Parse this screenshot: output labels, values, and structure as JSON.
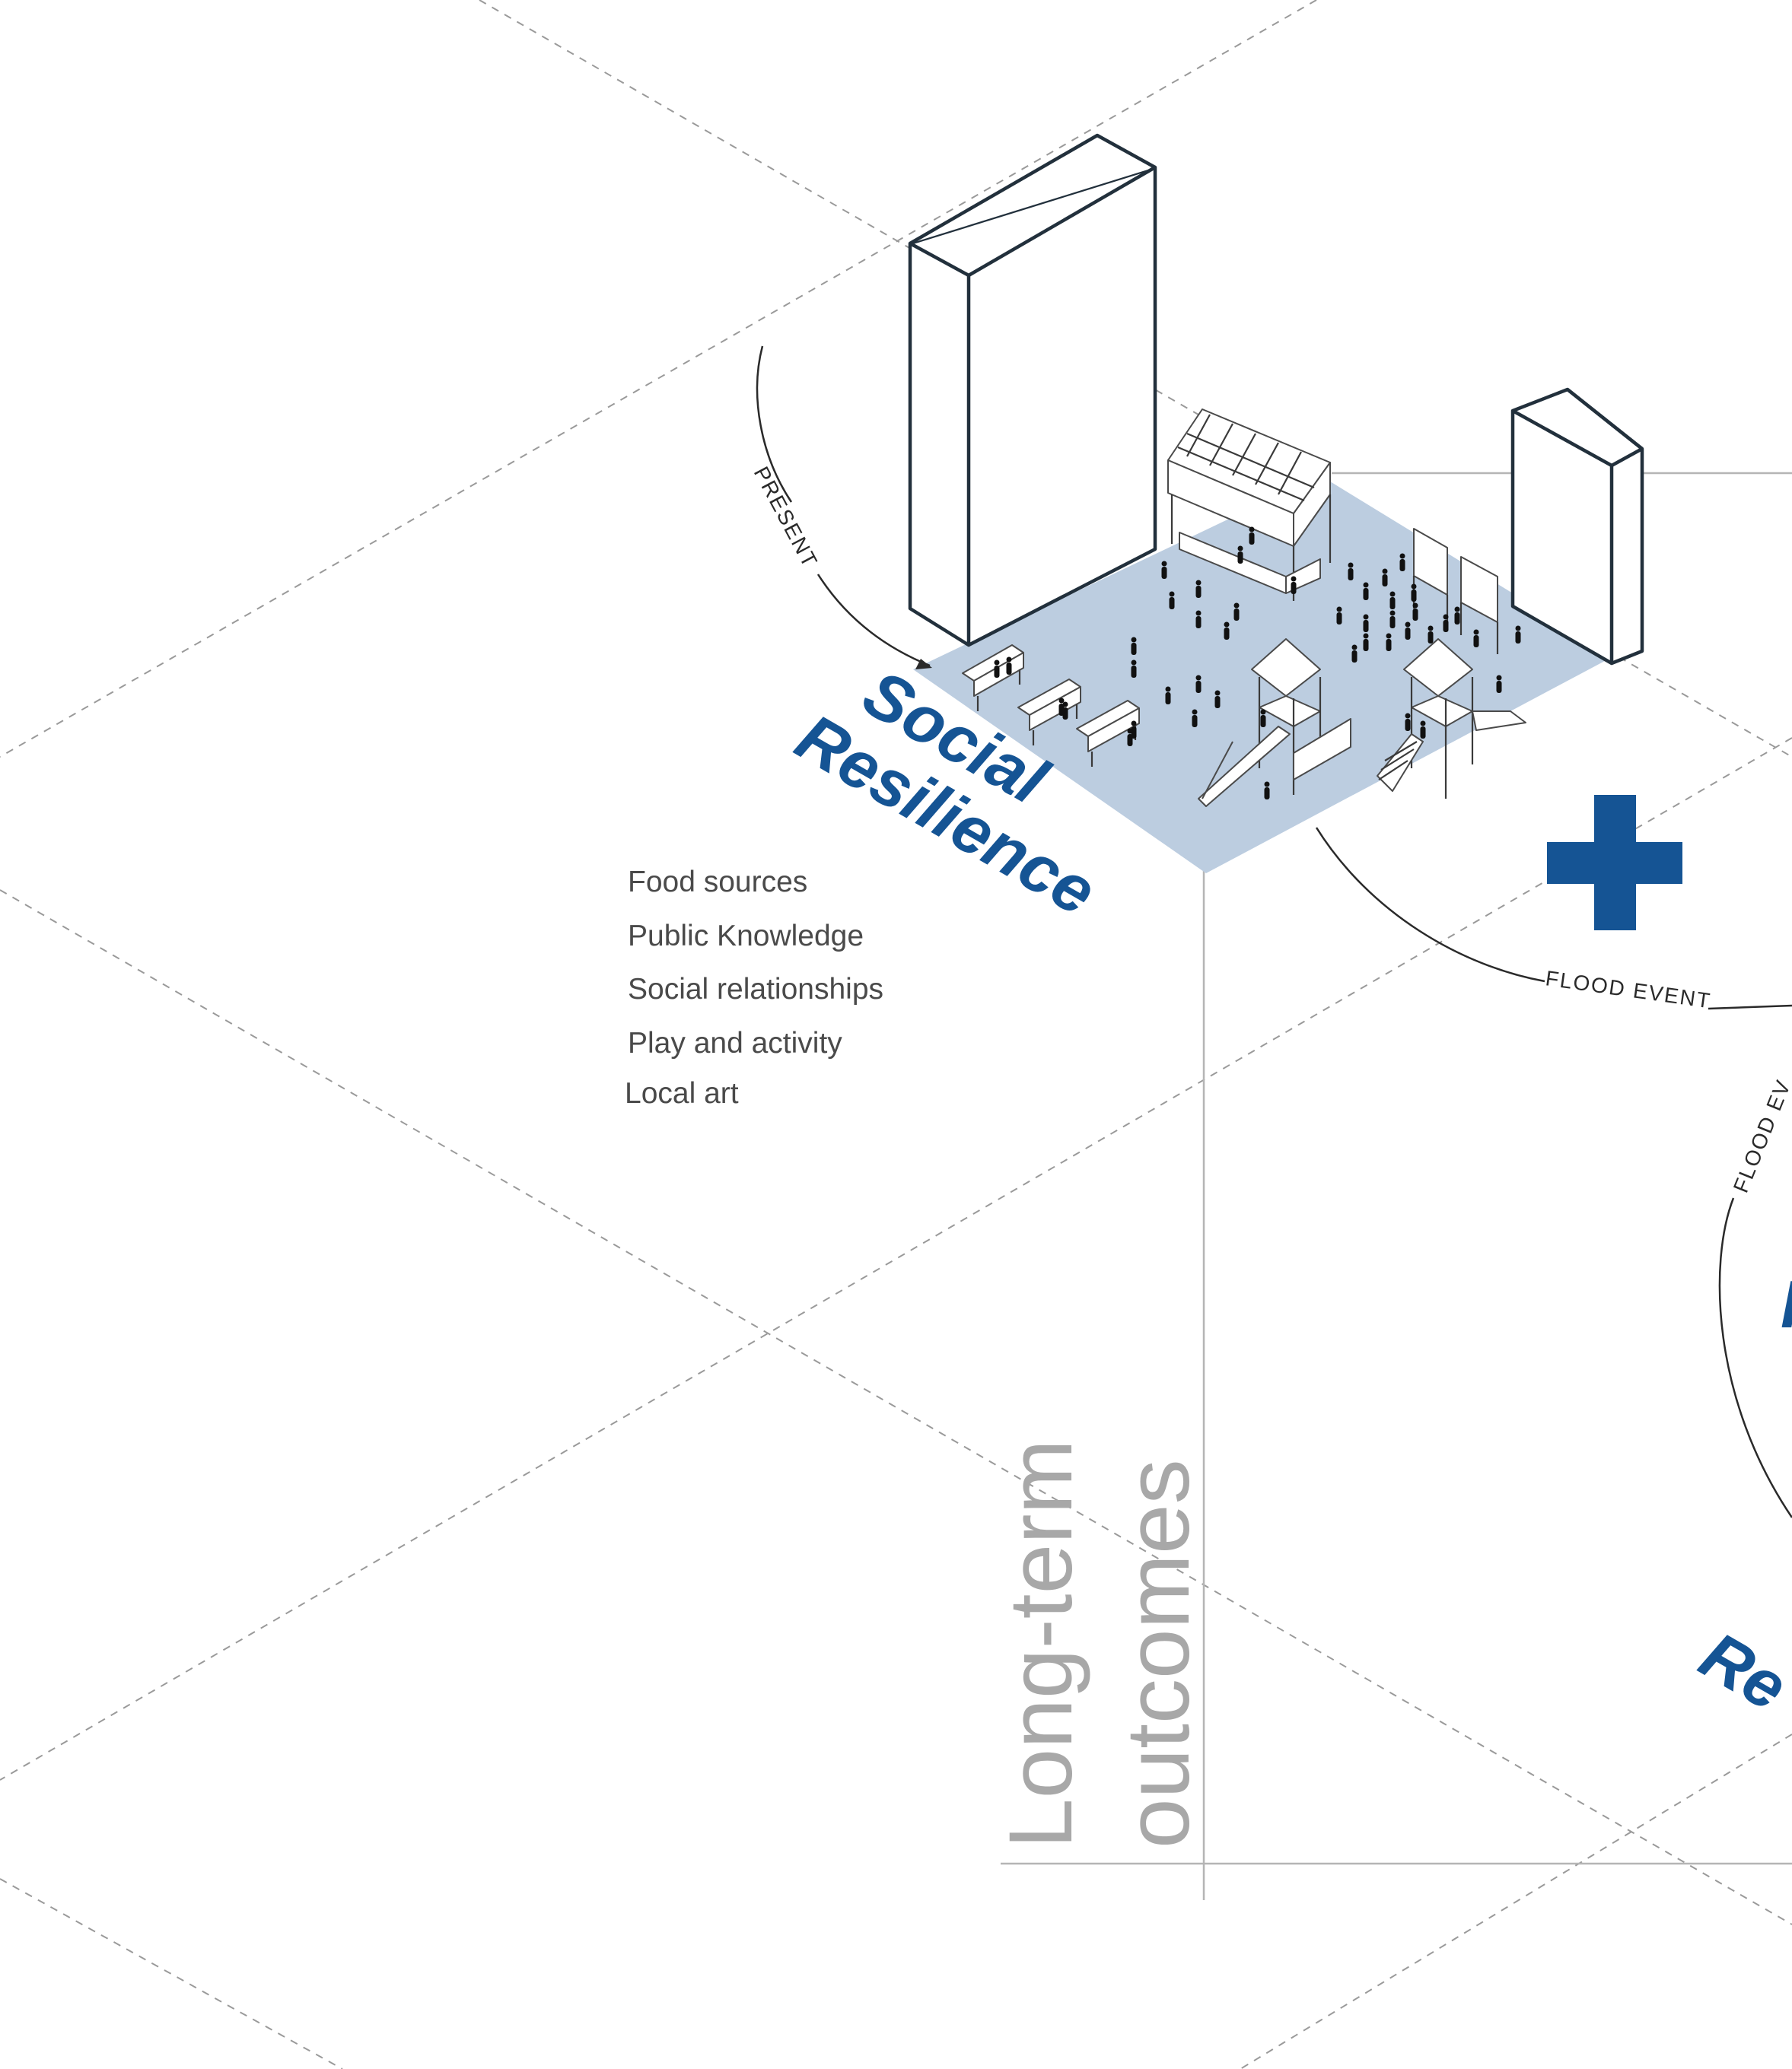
{
  "title": {
    "line1": "Social",
    "line2": "Resilience"
  },
  "list_items": [
    "Food sources",
    "Public Knowledge",
    "Social relationships",
    "Play and activity",
    "Local art"
  ],
  "arc_labels": {
    "present": "PRESENT",
    "flood_event": "FLOOD  EVENT",
    "flood_partial": "FLOOD EV"
  },
  "vertical_title": {
    "line1": "Long-term",
    "line2": "outcomes"
  },
  "partial_right": {
    "fragment_top": "I",
    "fragment_bottom": "Re"
  },
  "colors": {
    "accent": "#155494",
    "plaza": "#bccde0",
    "grid": "#9a9a9a",
    "muted_text": "#a8a8a8"
  }
}
